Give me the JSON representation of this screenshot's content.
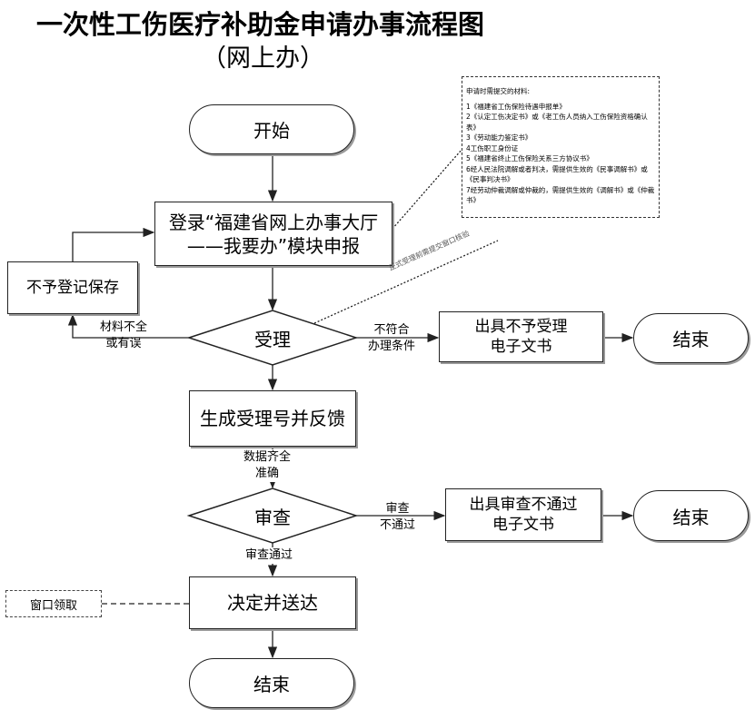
{
  "title": "一次性工伤医疗补助金申请办事流程图",
  "subtitle": "（网上办）",
  "nodes": {
    "start": "开始",
    "login_line1": "登录“福建省网上办事大厅",
    "login_line2": "——我要办”模块申报",
    "not_register": "不予登记保存",
    "accept": "受理",
    "reject_doc_line1": "出具不予受理",
    "reject_doc_line2": "电子文书",
    "end1": "结束",
    "generate": "生成受理号并反馈",
    "review": "审查",
    "review_fail_line1": "出具审查不通过",
    "review_fail_line2": "电子文书",
    "end2": "结束",
    "decide": "决定并送达",
    "window_pickup": "窗口领取",
    "end3": "结束"
  },
  "edge_labels": {
    "incomplete_1": "材料不全",
    "incomplete_2": "或有误",
    "not_meet_1": "不符合",
    "not_meet_2": "办理条件",
    "data_ok_1": "数据齐全",
    "data_ok_2": "准确",
    "review_fail_1": "审查",
    "review_fail_2": "不通过",
    "review_pass": "审查通过",
    "window_check": "正式受理前需提交窗口核验"
  },
  "materials": {
    "heading": "申请时需提交的材料:",
    "items": [
      "1《福建省工伤保险待遇申报单》",
      "2《认定工伤决定书》或《老工伤人员纳入工伤保险资格确认表》",
      "3《劳动能力鉴定书》",
      "4工伤职工身份证",
      "5《福建省终止工伤保险关系三方协议书》",
      "6经人民法院调解或者判决，需提供生效的《民事调解书》或《民事判决书》",
      "7经劳动仲裁调解或仲裁的，需提供生效的《调解书》或《仲裁书》"
    ]
  }
}
